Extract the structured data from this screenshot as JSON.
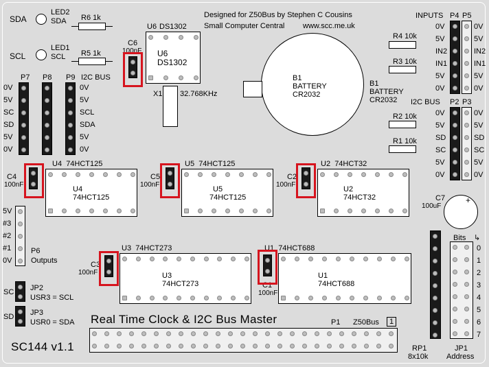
{
  "board": {
    "name": "SC144 v1.1",
    "title": "Real Time Clock & I2C Bus Master",
    "credit_line1": "Designed for Z50Bus by Stephen C Cousins",
    "credit_line2": "Small Computer Central",
    "credit_url": "www.scc.me.uk",
    "highlight_color": "#d6141e",
    "board_color": "#dcdcdc"
  },
  "leds": [
    {
      "ref": "LED2",
      "signal": "SDA",
      "pin_label": "SDA"
    },
    {
      "ref": "LED1",
      "signal": "SCL",
      "pin_label": "SCL"
    }
  ],
  "resistors": [
    {
      "ref": "R6",
      "value": "1k"
    },
    {
      "ref": "R5",
      "value": "1k"
    },
    {
      "ref": "R4",
      "value": "10k"
    },
    {
      "ref": "R3",
      "value": "10k"
    },
    {
      "ref": "R2",
      "value": "10k"
    },
    {
      "ref": "R1",
      "value": "10k"
    }
  ],
  "headers": {
    "p7": {
      "ref": "P7",
      "labels": [
        "0V",
        "5V",
        "SC",
        "SD",
        "5V",
        "0V"
      ]
    },
    "p8": {
      "ref": "P8"
    },
    "p9": {
      "ref": "P9",
      "title": "I2C BUS",
      "labels": [
        "0V",
        "5V",
        "SCL",
        "SDA",
        "5V",
        "0V"
      ]
    },
    "p4p5": {
      "refs": [
        "P4",
        "P5"
      ],
      "title": "INPUTS",
      "left_labels": [
        "0V",
        "5V",
        "IN2",
        "IN1",
        "5V",
        "0V"
      ],
      "right_labels": [
        "0V",
        "5V",
        "IN2",
        "IN1",
        "5V",
        "0V"
      ]
    },
    "p2p3": {
      "refs": [
        "P2",
        "P3"
      ],
      "title": "I2C BUS",
      "left_labels": [
        "0V",
        "5V",
        "SD",
        "SC",
        "5V",
        "0V"
      ],
      "right_labels": [
        "0V",
        "5V",
        "SD",
        "SC",
        "5V",
        "0V"
      ]
    },
    "p6": {
      "ref": "P6",
      "title": "Outputs",
      "labels": [
        "5V",
        "#3",
        "#2",
        "#1",
        "0V"
      ]
    },
    "p1": {
      "ref": "P1",
      "bus": "Z50Bus",
      "pin1": "1"
    },
    "jp1": {
      "ref": "JP1",
      "title": "Address",
      "bits_label": "Bits",
      "bits": [
        "0",
        "1",
        "2",
        "3",
        "4",
        "5",
        "6",
        "7"
      ]
    },
    "rp1": {
      "ref": "RP1",
      "value": "8x10k"
    }
  },
  "jumpers": [
    {
      "ref": "JP2",
      "side_label": "SC",
      "desc": "USR3 = SCL"
    },
    {
      "ref": "JP3",
      "side_label": "SD",
      "desc": "USR0 = SDA"
    }
  ],
  "chips": [
    {
      "ref": "U6",
      "part": "DS1302"
    },
    {
      "ref": "U4",
      "part": "74HCT125"
    },
    {
      "ref": "U5",
      "part": "74HCT125"
    },
    {
      "ref": "U2",
      "part": "74HCT32"
    },
    {
      "ref": "U3",
      "part": "74HCT273"
    },
    {
      "ref": "U1",
      "part": "74HCT688"
    }
  ],
  "capacitors": [
    {
      "ref": "C6",
      "value": "100nF"
    },
    {
      "ref": "C4",
      "value": "100nF"
    },
    {
      "ref": "C5",
      "value": "100nF"
    },
    {
      "ref": "C2",
      "value": "100nF"
    },
    {
      "ref": "C3",
      "value": "100nF"
    },
    {
      "ref": "C1",
      "value": "100nF"
    },
    {
      "ref": "C7",
      "value": "100uF",
      "polarity": "+"
    }
  ],
  "crystal": {
    "ref": "X1",
    "value": "32.768KHz"
  },
  "battery": {
    "ref": "B1",
    "type": "BATTERY",
    "model": "CR2032"
  }
}
